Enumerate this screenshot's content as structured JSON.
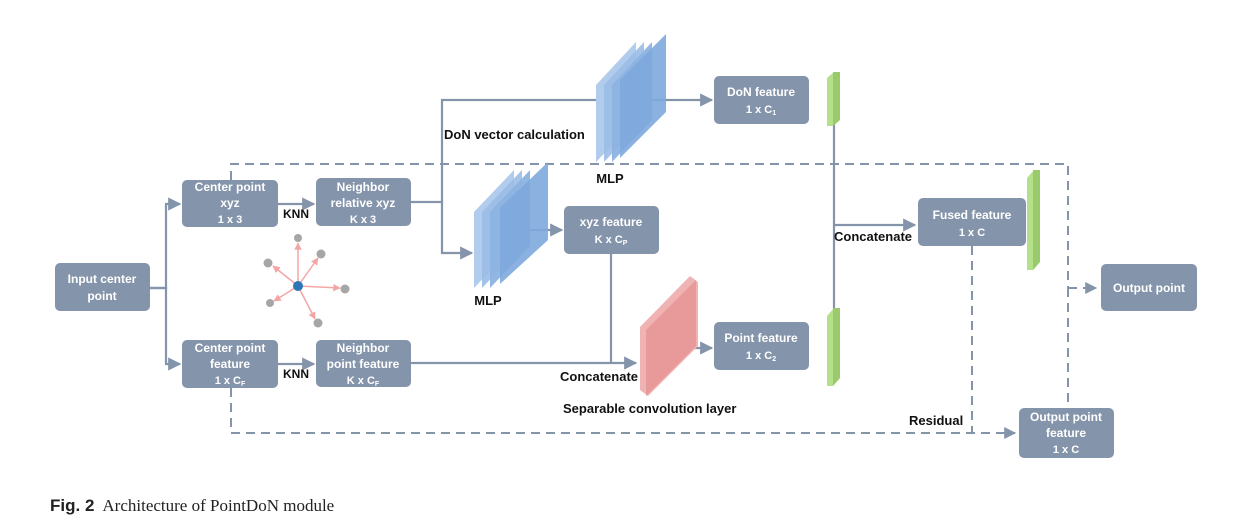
{
  "boxes": {
    "input": [
      "Input center",
      "point"
    ],
    "center_xyz": [
      "Center point",
      "xyz",
      "1 x 3"
    ],
    "neighbor_xyz": [
      "Neighbor",
      "relative xyz",
      "K x 3"
    ],
    "center_feat": [
      "Center point",
      "feature",
      "1 x C"
    ],
    "center_feat_sub": "F",
    "neighbor_feat": [
      "Neighbor",
      "point feature",
      "K x C"
    ],
    "neighbor_feat_sub": "F",
    "xyz_feature": [
      "xyz feature",
      "K x C"
    ],
    "xyz_feature_sub": "P",
    "don_feature": [
      "DoN  feature",
      "1 x C"
    ],
    "don_feature_sub": "1",
    "point_feature": [
      "Point feature",
      "1 x C"
    ],
    "point_feature_sub": "2",
    "fused_feature": [
      "Fused feature",
      "1 x C"
    ],
    "output_point": [
      "Output point"
    ],
    "output_point_feature": [
      "Output point",
      "feature",
      "1 x C"
    ]
  },
  "labels": {
    "knn_top": "KNN",
    "knn_bottom": "KNN",
    "don_vector": "DoN vector calculation",
    "mlp_top": "MLP",
    "mlp_mid": "MLP",
    "concat_right": "Concatenate",
    "concat_left": "Concatenate",
    "separable": "Separable convolution layer",
    "residual": "Residual"
  },
  "caption": {
    "fig": "Fig. 2",
    "text": "Architecture of PointDoN module"
  },
  "colors": {
    "box": "#8494ab",
    "box_text": "#ffffff",
    "line": "#8494ab",
    "mlp_blue": "#8db3e2",
    "conv_pink": "#e89a9a",
    "green_bar": "#b5e08a",
    "neighbor_dot": "#a6a6a6",
    "center_dot": "#2e75b6",
    "neighbor_arrow": "#f4a6a6"
  }
}
